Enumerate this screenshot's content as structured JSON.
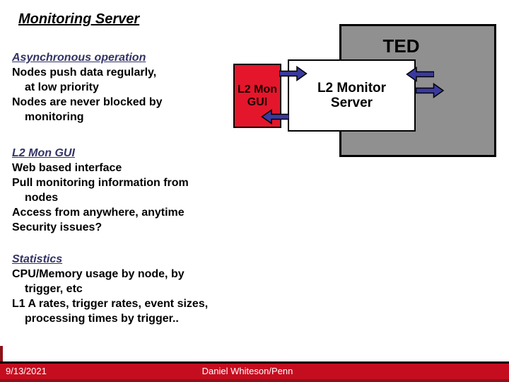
{
  "slide": {
    "title": "Monitoring Server",
    "sections": [
      {
        "heading": "Asynchronous operation",
        "lines": [
          "Nodes push data regularly,",
          "at low priority",
          "Nodes are never blocked by",
          "monitoring"
        ]
      },
      {
        "heading": "L2 Mon GUI",
        "lines": [
          "Web based interface",
          "Pull monitoring information from",
          "nodes",
          "Access from anywhere, anytime",
          "Security issues?"
        ]
      },
      {
        "heading": "Statistics",
        "lines": [
          "CPU/Memory usage by node, by",
          "trigger, etc",
          "L1 A rates, trigger rates, event sizes,",
          "processing times by trigger.."
        ]
      }
    ]
  },
  "diagram": {
    "ted_label": "TED",
    "gui_box": {
      "line1": "L2 Mon",
      "line2": "GUI"
    },
    "server_box": {
      "line1": "L2 Monitor",
      "line2": "Server"
    },
    "arrow_icons": [
      "arrow-gui-to-server",
      "arrow-server-to-gui",
      "arrow-ted-to-server",
      "arrow-server-to-ted"
    ]
  },
  "footer": {
    "date": "9/13/2021",
    "author": "Daniel Whiteson/Penn"
  },
  "colors": {
    "heading_blue": "#333366",
    "box_red": "#e4162b",
    "box_gray": "#909090",
    "arrow_blue": "#3a3a9e",
    "footer_red": "#c40e20",
    "footer_dark_red": "#8e1118",
    "text_black": "#000000",
    "footer_text_white": "#ffffff"
  }
}
